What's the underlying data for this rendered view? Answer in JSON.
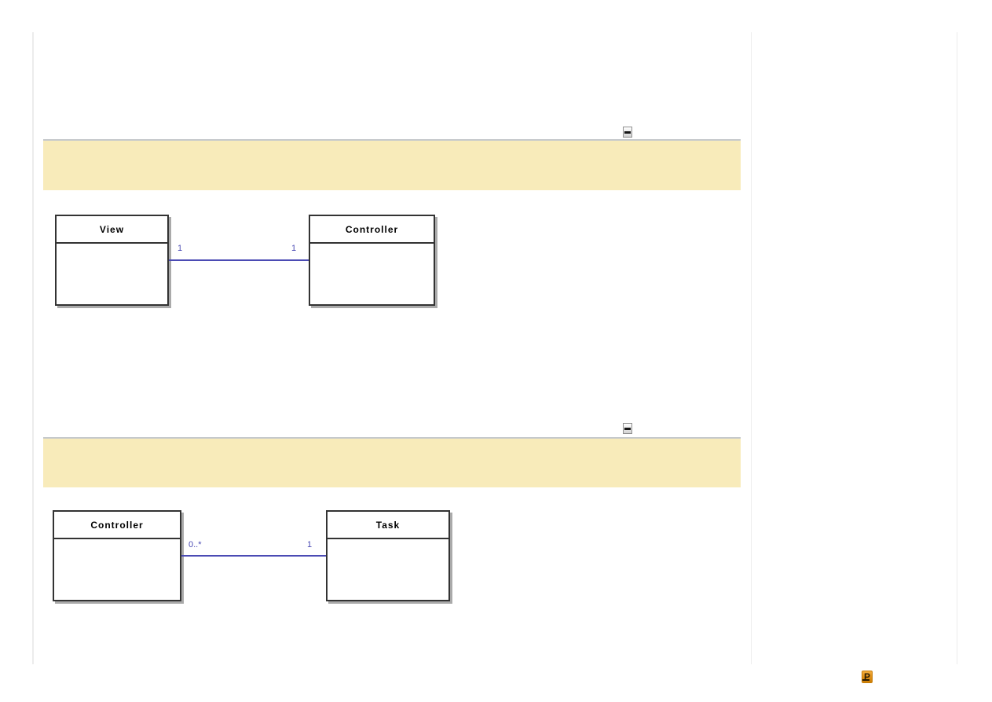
{
  "colors": {
    "background": "#ffffff",
    "band_fill": "#f8ebba",
    "band_top_border": "#c5c9cc",
    "guide_line": "#ececec",
    "association_line": "#4b4bb4",
    "class_border": "#333333",
    "class_shadow": "#aaaaaa",
    "badge_orange": "#e09017"
  },
  "icons": {
    "section_collapse": "minus-square-icon",
    "badge": "orange-p-marker-icon"
  },
  "sections": [
    {
      "band_text": "",
      "diagram": {
        "type": "uml-class-association",
        "classes": [
          {
            "name": "View"
          },
          {
            "name": "Controller"
          }
        ],
        "association": {
          "source_multiplicity": "1",
          "target_multiplicity": "1"
        }
      }
    },
    {
      "band_text": "",
      "diagram": {
        "type": "uml-class-association",
        "classes": [
          {
            "name": "Controller"
          },
          {
            "name": "Task"
          }
        ],
        "association": {
          "source_multiplicity": "0..*",
          "target_multiplicity": "1"
        }
      }
    }
  ],
  "badge": {
    "glyph": "P"
  }
}
